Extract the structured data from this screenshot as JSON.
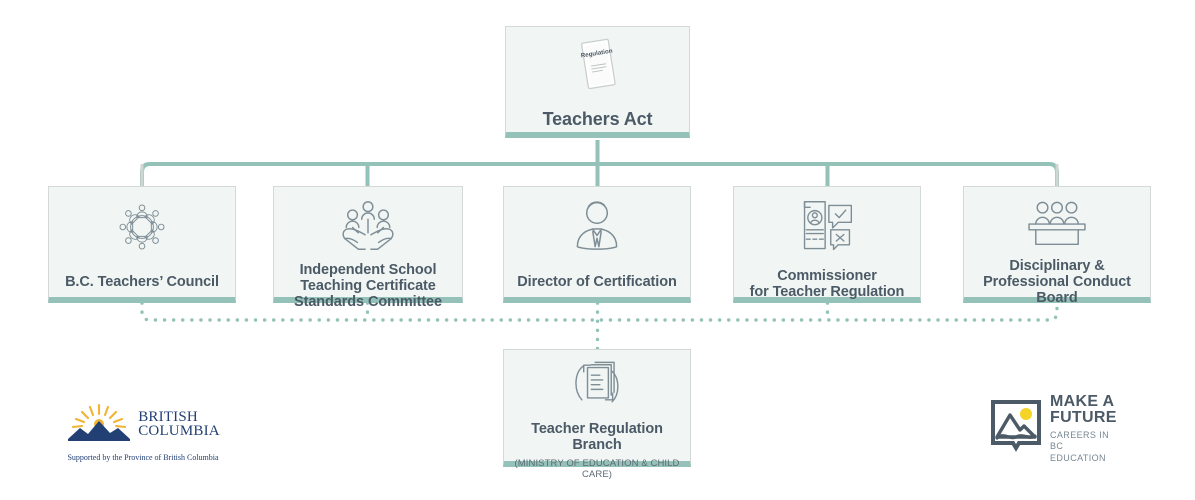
{
  "diagram": {
    "title": "Teachers Act governance structure",
    "colors": {
      "box_fill": "#f1f6f4",
      "box_border": "#d3d9d7",
      "accent_teal": "#94c2b9",
      "text_dark": "#4b5a66",
      "bc_blue": "#234075",
      "bc_gold": "#f1b434",
      "maf_gray": "#4b5a66",
      "maf_yellow": "#f5d327"
    },
    "root": {
      "label": "Teachers Act",
      "icon": "regulation-document-icon",
      "icon_text": "Regulation"
    },
    "nodes": [
      {
        "label": "B.C. Teachers’ Council",
        "icon": "round-table-meeting-icon"
      },
      {
        "label": "Independent School\nTeaching Certificate\nStandards Committee",
        "icon": "hands-holding-people-icon"
      },
      {
        "label": "Director of Certification",
        "icon": "person-in-suit-icon"
      },
      {
        "label": "Commissioner\nfor Teacher Regulation",
        "icon": "document-review-approve-reject-icon"
      },
      {
        "label": "Disciplinary &\nProfessional Conduct\nBoard",
        "icon": "panel-board-people-icon"
      }
    ],
    "branch": {
      "label": "Teacher Regulation\nBranch",
      "sublabel": "(MINISTRY OF EDUCATION & CHILD CARE)",
      "icon": "documents-cycle-icon"
    }
  },
  "logos": {
    "british_columbia": {
      "name": "british-columbia-logo",
      "word_line1": "BRITISH",
      "word_line2": "COLUMBIA",
      "tagline": "Supported by the Province of British Columbia",
      "icon": "sun-over-mountains-icon"
    },
    "make_a_future": {
      "name": "make-a-future-logo",
      "word_line1": "MAKE A",
      "word_line2": "FUTURE",
      "word_line3": "CAREERS IN",
      "word_line4": "BC EDUCATION",
      "icon": "framed-mountain-sun-icon"
    }
  }
}
